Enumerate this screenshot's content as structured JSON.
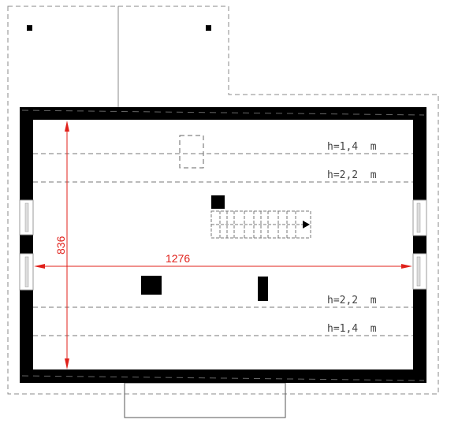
{
  "plan": {
    "height_lines": [
      {
        "label": "h=1,4  m"
      },
      {
        "label": "h=2,2  m"
      },
      {
        "label": "h=2,2  m"
      },
      {
        "label": "h=1,4  m"
      }
    ],
    "dimensions": {
      "width": "1276",
      "depth": "836"
    },
    "colors": {
      "wall": "#000000",
      "dimension": "#e0201a",
      "dashed": "#777777"
    }
  }
}
